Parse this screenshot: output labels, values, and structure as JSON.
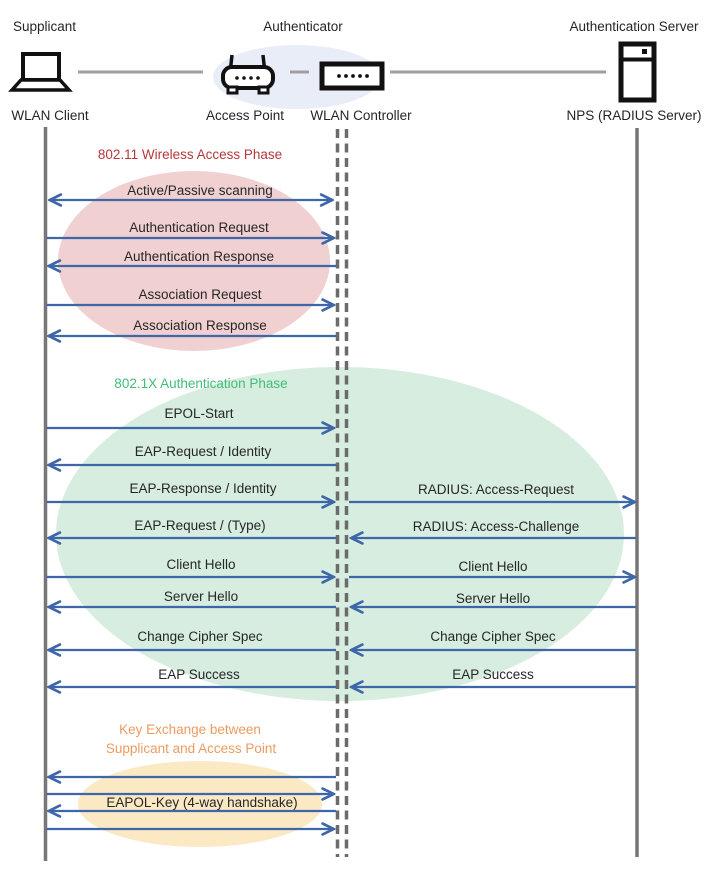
{
  "title": "WLAN 802.1X Authentication Sequence Diagram",
  "colors": {
    "arrow_blue": "#3E66A8",
    "lifeline_gray": "#767676",
    "link_gray": "#9E9E9E",
    "phase1_title_red": "#B5383B",
    "phase1_ellipse_pink": "#F0D0D0",
    "phase2_title_green": "#42BD76",
    "phase2_ellipse_green": "#D6EDDF",
    "phase3_title_orange": "#EC9B60",
    "phase3_ellipse_cream": "#FBE9C4",
    "authenticator_ellipse_blue": "#E9EDF7",
    "icon_black": "#111111"
  },
  "header": {
    "roles": [
      {
        "label": "Supplicant"
      },
      {
        "label": "Authenticator"
      },
      {
        "label": "Authentication Server"
      }
    ],
    "nodes": [
      {
        "label": "WLAN Client",
        "icon": "laptop-icon"
      },
      {
        "label": "Access Point",
        "icon": "access-point-icon"
      },
      {
        "label": "WLAN Controller",
        "icon": "wlan-controller-icon"
      },
      {
        "label": "NPS (RADIUS Server)",
        "icon": "server-icon"
      }
    ]
  },
  "phases": [
    {
      "title": "802.11 Wireless Access Phase",
      "messages": [
        {
          "label": "Active/Passive scanning",
          "direction": "both"
        },
        {
          "label": "Authentication Request",
          "direction": "right"
        },
        {
          "label": "Authentication Response",
          "direction": "left"
        },
        {
          "label": "Association Request",
          "direction": "right"
        },
        {
          "label": "Association Response",
          "direction": "left"
        }
      ]
    },
    {
      "title": "802.1X Authentication Phase",
      "messages_left": [
        {
          "label": "EPOL-Start",
          "direction": "right"
        },
        {
          "label": "EAP-Request / Identity",
          "direction": "left"
        },
        {
          "label": "EAP-Response / Identity",
          "direction": "right"
        },
        {
          "label": "EAP-Request / (Type)",
          "direction": "left"
        },
        {
          "label": "Client Hello",
          "direction": "right"
        },
        {
          "label": "Server Hello",
          "direction": "left"
        },
        {
          "label": "Change Cipher Spec",
          "direction": "left"
        },
        {
          "label": "EAP Success",
          "direction": "left"
        }
      ],
      "messages_right": [
        {
          "label": "RADIUS: Access-Request",
          "direction": "right"
        },
        {
          "label": "RADIUS: Access-Challenge",
          "direction": "left"
        },
        {
          "label": "Client Hello",
          "direction": "right"
        },
        {
          "label": "Server Hello",
          "direction": "left"
        },
        {
          "label": "Change Cipher Spec",
          "direction": "left"
        },
        {
          "label": "EAP Success",
          "direction": "left"
        }
      ]
    },
    {
      "title_line1": "Key Exchange between",
      "title_line2": "Supplicant and Access Point",
      "messages": [
        {
          "label": "EAPOL-Key (4-way handshake)",
          "direction": "multi"
        }
      ]
    }
  ]
}
